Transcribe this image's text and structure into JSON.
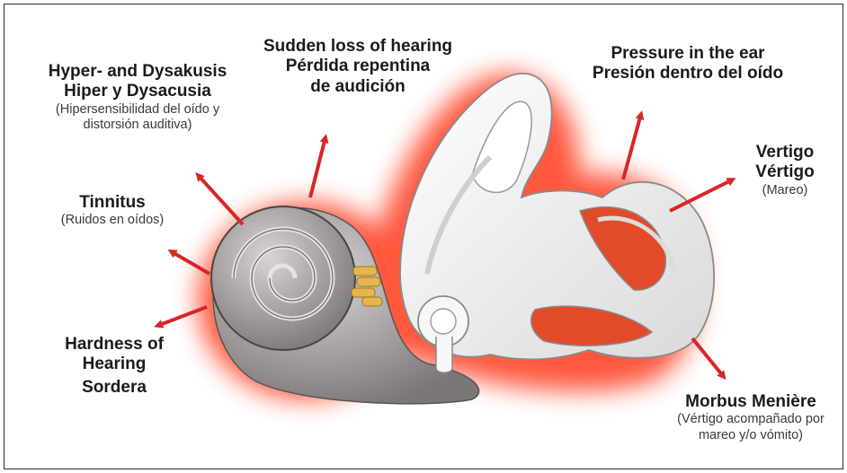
{
  "labels": {
    "hyperacusis": {
      "en": "Hyper- and Dysakusis",
      "es": "Hiper y Dysacusia",
      "desc_1": "(Hipersensibilidad del oído y",
      "desc_2": "distorsión auditiva)"
    },
    "sudden_loss": {
      "en": "Sudden loss of hearing",
      "es_1": "Pérdida repentina",
      "es_2": "de audición"
    },
    "pressure": {
      "en": "Pressure in the ear",
      "es": "Presión dentro del oído"
    },
    "vertigo": {
      "en": "Vertigo",
      "es": "Vértigo",
      "desc": "(Mareo)"
    },
    "tinnitus": {
      "en": "Tinnitus",
      "desc": "(Ruidos en oídos)"
    },
    "hardness": {
      "en_1": "Hardness of",
      "en_2": "Hearing",
      "es": "Sordera"
    },
    "meniere": {
      "en": "Morbus Menière",
      "desc_1": "(Vértigo acompañado por",
      "desc_2": "mareo y/o vómito)"
    }
  },
  "colors": {
    "arrow": "#d8262a",
    "glow": "#ff3a1a",
    "cochlea": "#a9a3a4",
    "bone": "#f4f4f4"
  }
}
